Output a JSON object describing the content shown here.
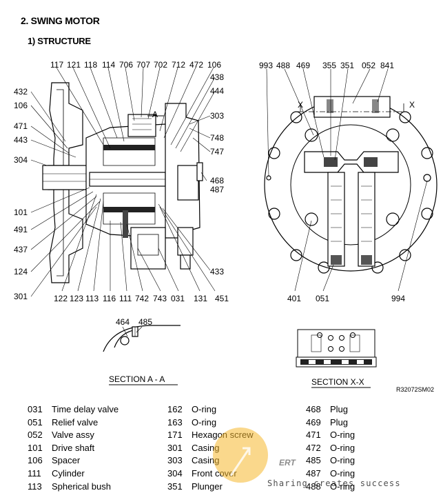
{
  "heading": {
    "section": "2. SWING MOTOR",
    "subsection": "1) STRUCTURE"
  },
  "drawing": {
    "left_labels": {
      "top": [
        "117",
        "121",
        "118",
        "114",
        "706",
        "707",
        "702",
        "712",
        "472",
        "106"
      ],
      "left": [
        "432",
        "106",
        "471",
        "443",
        "304",
        "101",
        "491",
        "437",
        "124",
        "301"
      ],
      "right": [
        "438",
        "444",
        "303",
        "748",
        "747",
        "468",
        "487",
        "433",
        "451"
      ],
      "bottom": [
        "122",
        "123",
        "113",
        "116",
        "111",
        "742",
        "743",
        "031",
        "131"
      ],
      "section_letter": "A"
    },
    "right_labels": {
      "top": [
        "993",
        "488",
        "469",
        "355",
        "351",
        "052",
        "841"
      ],
      "bottom": [
        "401",
        "051",
        "994"
      ],
      "section_letter": "X"
    },
    "section_aa": {
      "caption": "SECTION  A - A",
      "labels": [
        "464",
        "485"
      ]
    },
    "section_xx": {
      "caption": "SECTION  X-X"
    },
    "reference": "R32072SM02"
  },
  "parts": {
    "col1": [
      {
        "no": "031",
        "name": "Time delay valve"
      },
      {
        "no": "051",
        "name": "Relief valve"
      },
      {
        "no": "052",
        "name": "Valve assy"
      },
      {
        "no": "101",
        "name": "Drive shaft"
      },
      {
        "no": "106",
        "name": "Spacer"
      },
      {
        "no": "111",
        "name": "Cylinder"
      },
      {
        "no": "113",
        "name": "Spherical bush"
      }
    ],
    "col2": [
      {
        "no": "162",
        "name": "O-ring"
      },
      {
        "no": "163",
        "name": "O-ring"
      },
      {
        "no": "171",
        "name": "Hexagon screw"
      },
      {
        "no": "301",
        "name": "Casing"
      },
      {
        "no": "303",
        "name": "Casing"
      },
      {
        "no": "304",
        "name": "Front cover"
      },
      {
        "no": "351",
        "name": "Plunger"
      }
    ],
    "col3": [
      {
        "no": "468",
        "name": "Plug"
      },
      {
        "no": "469",
        "name": "Plug"
      },
      {
        "no": "471",
        "name": "O-ring"
      },
      {
        "no": "472",
        "name": "O-ring"
      },
      {
        "no": "485",
        "name": "O-ring"
      },
      {
        "no": "487",
        "name": "O-ring"
      },
      {
        "no": "488",
        "name": "O-ring"
      }
    ]
  },
  "watermark": {
    "text": "Sharing creates success",
    "colors": {
      "circle": "#f5b82e",
      "logo": "#f3d98a"
    }
  }
}
